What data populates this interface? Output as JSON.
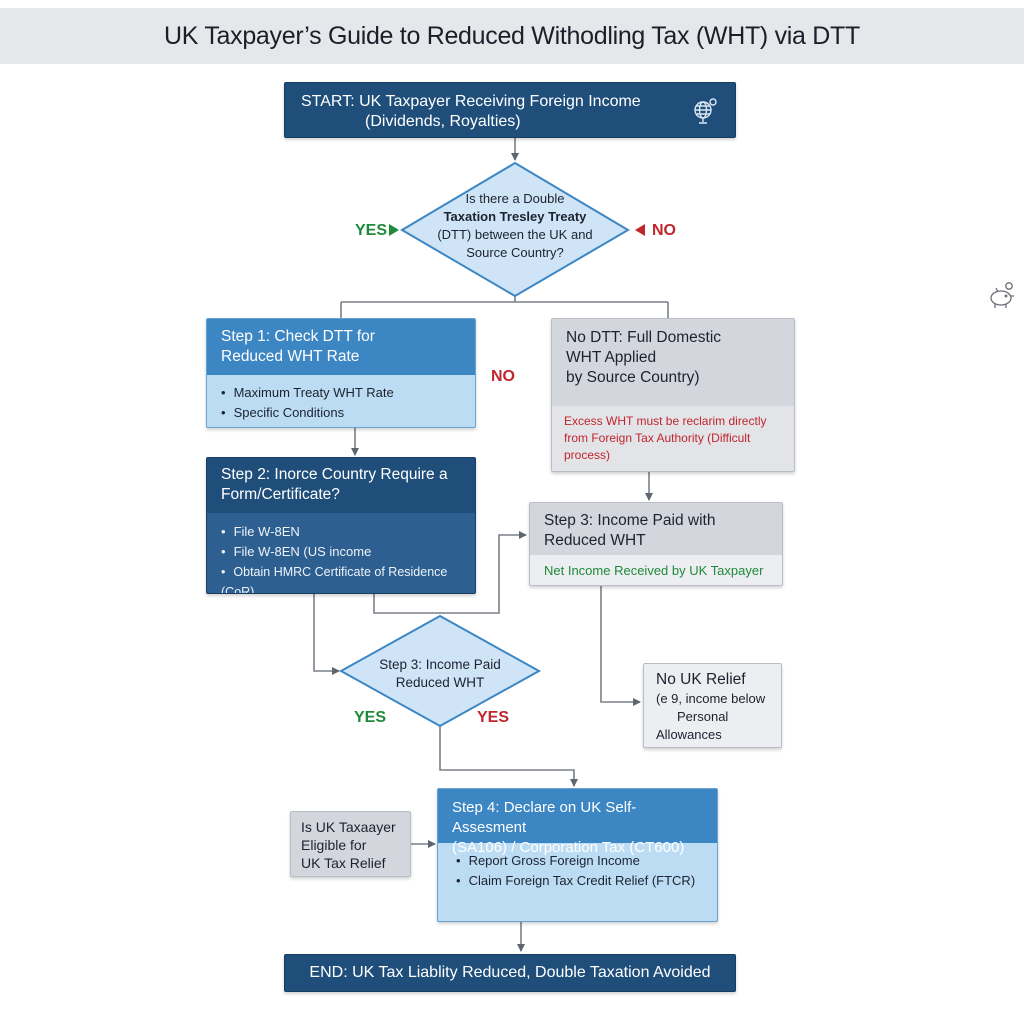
{
  "title": "UK Taxpayer’s Guide to Reduced Withodling Tax (WHT) via DTT",
  "start": {
    "line1": "START: UK Taxpayer Receiving Foreign Income",
    "line2": "(Dividends, Royalties)",
    "icon": "globe-icon"
  },
  "decision1": {
    "lines": [
      "Is there a Double",
      "Taxation Tresley Treaty",
      "(DTT) between the UK and",
      "Source Country?"
    ],
    "yes_label": "YES",
    "no_label": "NO"
  },
  "step1": {
    "title_line1": "Step 1: Check DTT for",
    "title_line2": "Reduced WHT Rate",
    "items": [
      "Maximum Treaty WHT Rate",
      "Specific Conditions"
    ]
  },
  "mid_no_label": "NO",
  "no_dtt": {
    "title_lines": [
      "No DTT: Full Domestic",
      "WHT Applied",
      "by Source Country)"
    ],
    "note_line1": "Excess WHT must be reclarim directly",
    "note_line2": "from Foreign Tax Authority (Difficult process)"
  },
  "step2": {
    "title_line1": "Step 2: Inorce Country Require a",
    "title_line2": "Form/Certificate?",
    "items": [
      "File W-8EN",
      "File W-8EN (US income",
      "Obtain HMRC Certificate of Residence (CoR)"
    ]
  },
  "step3_box": {
    "title_line1": "Step 3: Income Paid with",
    "title_line2": "Reduced WHT",
    "note": "Net Income Received by UK Taxpayer"
  },
  "decision2": {
    "line1": "Step 3: Income Paid",
    "line2": "Reduced WHT",
    "yes_label": "YES",
    "yes_label_right": "YES"
  },
  "no_uk_relief": {
    "title": "No UK Relief",
    "lines": [
      "(e 9, income below",
      "Personal",
      "Allowances"
    ]
  },
  "eligible": {
    "lines": [
      "Is UK Taxaayer",
      "Eligible for",
      "UK Tax Relief"
    ]
  },
  "step4": {
    "title_line1": "Step 4: Declare on UK Self-Assesment",
    "title_line2": "(SA106) / Corporation Tax (CT600)",
    "items": [
      "Report Gross Foreign Income",
      "Claim Foreign Tax Credit Relief (FTCR)"
    ]
  },
  "end": "END: UK Tax Liablity Reduced, Double Taxation Avoided",
  "colors": {
    "navy": "#1f4e7a",
    "blue_header": "#3c86c4",
    "light_blue": "#bcdcf3",
    "grey": "#d3d6dc",
    "yes_green": "#1f8a3a",
    "no_red": "#c0262d"
  }
}
